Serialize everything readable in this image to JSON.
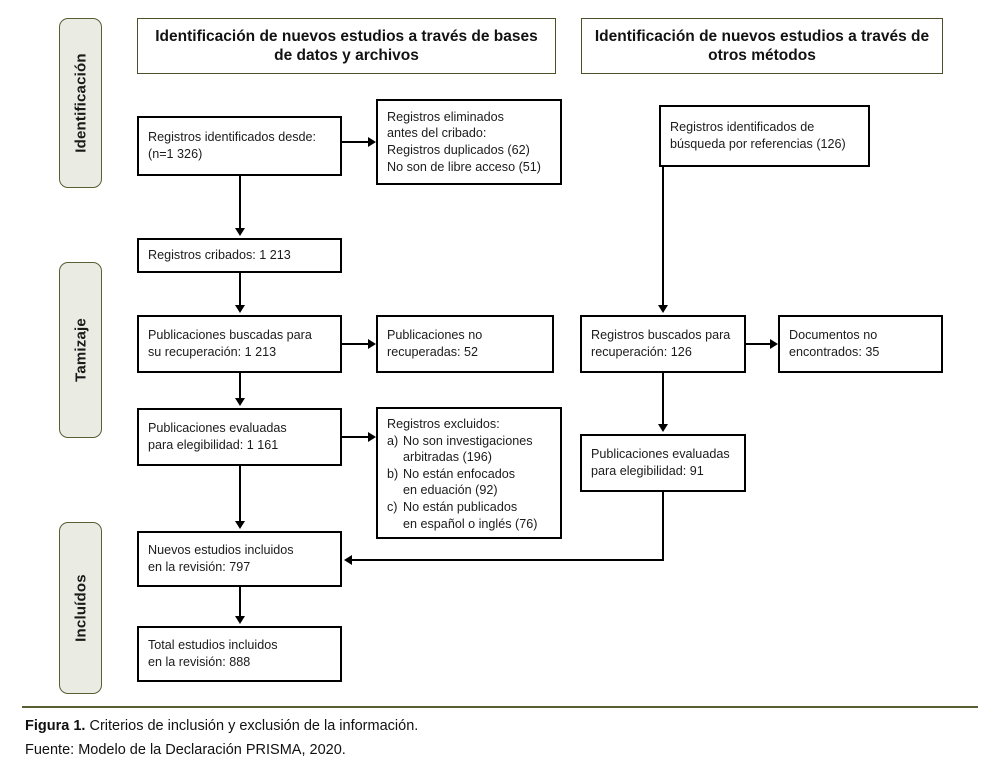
{
  "figure": {
    "caption_label": "Figura 1.",
    "caption_text": " Criterios de inclusión y exclusión de la información.",
    "source": "Fuente: Modelo de la Declaración PRISMA, 2020."
  },
  "colors": {
    "stage_border": "#5a5f33",
    "stage_fill": "#eaece3",
    "banner_border": "#4d4f2c",
    "node_border": "#000000",
    "rule": "#5a5f33"
  },
  "stages": [
    {
      "label": "Identificación"
    },
    {
      "label": "Tamizaje"
    },
    {
      "label": "Incluídos"
    }
  ],
  "banners": [
    {
      "line1": "Identificación de nuevos estudios a través",
      "line2": "de bases de datos y archivos"
    },
    {
      "line1": "Identificación de nuevos estudios a través",
      "line2": "de otros métodos"
    }
  ],
  "nodes": {
    "identified_db": {
      "line1": "Registros identificados desde:",
      "line2": "(n=1 326)"
    },
    "removed_before": {
      "line1": "Registros eliminados",
      "line2": "antes del cribado:",
      "line3": "Registros duplicados (62)",
      "line4": "No son de libre acceso (51)"
    },
    "screened": {
      "line1": "Registros cribados: 1 213"
    },
    "sought_retrieval": {
      "line1": "Publicaciones buscadas para",
      "line2": "su recuperación: 1 213"
    },
    "not_retrieved": {
      "line1": "Publicaciones no",
      "line2": "recuperadas: 52"
    },
    "assessed_eligibility": {
      "line1": "Publicaciones evaluadas",
      "line2": "para elegibilidad: 1 161"
    },
    "excluded": {
      "head": "Registros excluidos:",
      "items": [
        {
          "mark": "a)",
          "line1": "No son investigaciones",
          "line2": "arbitradas (196)"
        },
        {
          "mark": "b)",
          "line1": "No están enfocados",
          "line2": "en eduación (92)"
        },
        {
          "mark": "c)",
          "line1": "No están publicados",
          "line2": "en español o inglés (76)"
        }
      ]
    },
    "new_included": {
      "line1": "Nuevos estudios incluidos",
      "line2": "en la revisión: 797"
    },
    "total_included": {
      "line1": "Total estudios incluidos",
      "line2": "en la revisión: 888"
    },
    "identified_refs": {
      "line1": "Registros identificados de",
      "line2": "búsqueda por referencias (126)"
    },
    "sought_retrieval_other": {
      "line1": "Registros buscados para",
      "line2": "recuperación: 126"
    },
    "not_found_other": {
      "line1": "Documentos no",
      "line2": "encontrados: 35"
    },
    "assessed_eligibility_other": {
      "line1": "Publicaciones evaluadas",
      "line2": "para elegibilidad: 91"
    }
  }
}
